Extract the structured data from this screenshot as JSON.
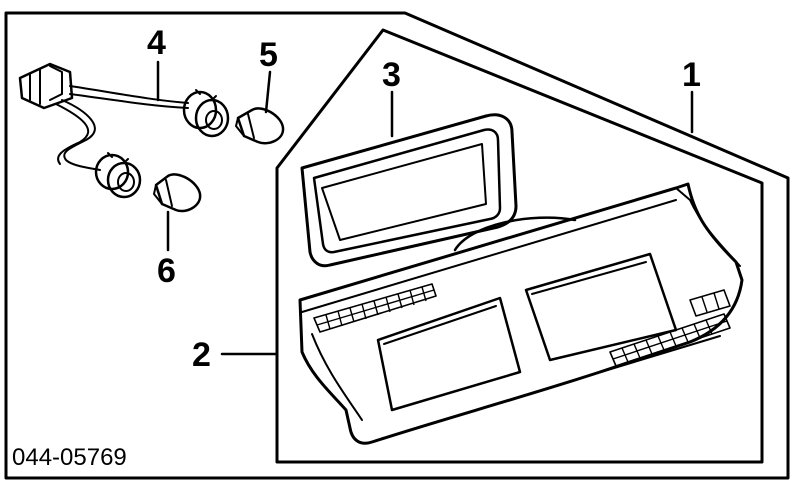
{
  "diagram": {
    "part_code": "044-05769",
    "callouts": {
      "c1": "1",
      "c2": "2",
      "c3": "3",
      "c4": "4",
      "c5": "5",
      "c6": "6"
    }
  }
}
